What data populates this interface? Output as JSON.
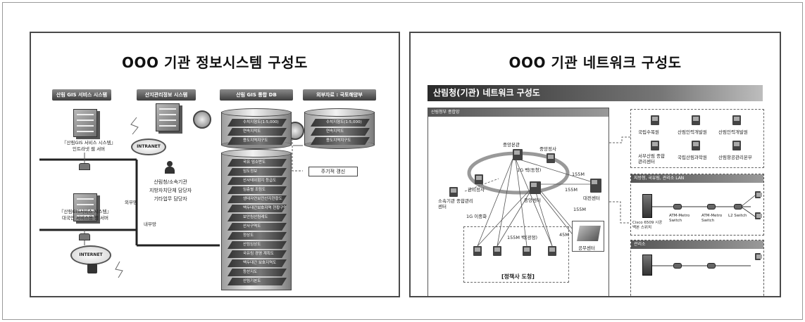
{
  "left": {
    "title": "OOO 기관 정보시스템 구성도",
    "headers": {
      "gis_service": "산림 GIS 서비스 시스템",
      "info_system": "산지관리정보 시스템",
      "integrated_db": "산림 GIS 통합 DB",
      "external": "외부자료 : 국토해양부"
    },
    "intranet": "INTRANET",
    "internet": "INTERNET",
    "gis_intranet_label": "『산림GIS 서비스 시스템』\n인트라넷 웹 서버",
    "gis_public_label": "『산림GIS서비스 시스템』\n대국민 서비스용 웹 서버",
    "users": "산림청/소속기관\n지방자치단체 담당자\n기타업무 담당자",
    "outer_label": "외부망",
    "inner_label": "내부망",
    "periodic_update": "주기적 갱신",
    "db_top_layers": [
      "수치지형도(1:5,000)",
      "연속지적도",
      "용도지역지구도"
    ],
    "db_main_layers": [
      "국유 임소반도",
      "임도정보",
      "산사태위험지 등급도",
      "임층별 조림도",
      "생태자연보전산지현황도",
      "백두대간보호지역 현황구역도",
      "보안림산림레도",
      "산사구역도",
      "정상도",
      "산림임상도",
      "국유림 경영 계획도",
      "백두대간 보호지역도",
      "등산지도",
      "산림기본도"
    ],
    "ext_layers": [
      "수치지형도(1:5,000)",
      "연속지적도",
      "용도지역지구도"
    ]
  },
  "right": {
    "title": "OOO 기관 네트워크 구성도",
    "bar": "산림청(기관) 네트워크 구성도",
    "main_box_label": "산림청부 종합망",
    "nodes": [
      "중앙본관",
      "중앙정사",
      "관리정사",
      "중앙센터",
      "대전센터",
      "소속기관 종합관리센터",
      "공무센터"
    ],
    "speeds": [
      "1G 백(동청)",
      "155M",
      "155M",
      "155M",
      "1G 이중화",
      "155M 백(광정)",
      "45M"
    ],
    "bottom_box_label": "[정책사 도청]",
    "agencies": [
      "국립수목원",
      "산림인력개발원",
      "산림인력개발원",
      "서부산림 종합관리센터",
      "국립산림과학원",
      "산림항공관리본부"
    ],
    "wan_label": "지방청, 국유림, 관리소 LAN",
    "wan_devices": [
      "Cisco 6509 시공 백본 스위치",
      "ATM-Metro Switch",
      "ATM-Metro Switch",
      "L2 Switch"
    ],
    "lan_label": "관리소"
  }
}
